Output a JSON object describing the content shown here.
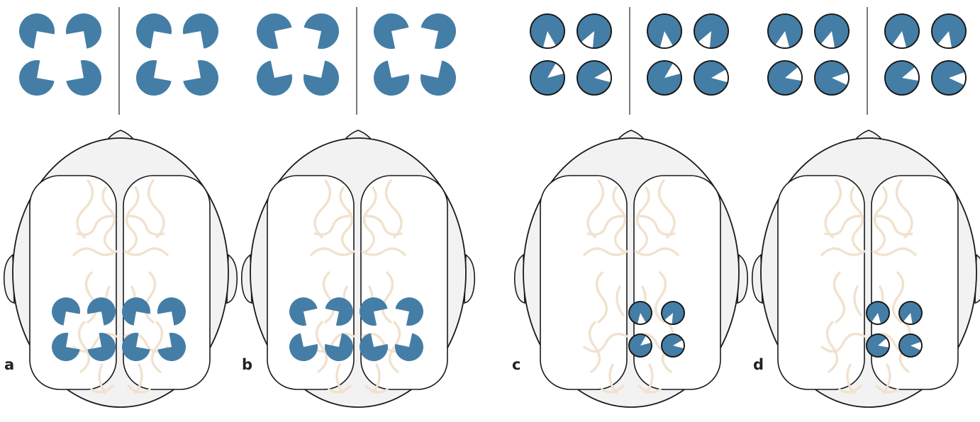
{
  "colors": {
    "pacman_fill": "#447ea6",
    "head_fill": "#f2f2f2",
    "outline": "#1a1a1a",
    "brain_inner": "#ffffff",
    "gyri": "#f1e2cf",
    "divider": "#333333"
  },
  "panels": [
    {
      "label": "a",
      "stimulus": "illusory-square",
      "inducer_variant": "inward"
    },
    {
      "label": "b",
      "stimulus": "illusory-square",
      "inducer_variant": "outward"
    },
    {
      "label": "c",
      "stimulus": "wedge-discs",
      "inducer_variant": "set-1"
    },
    {
      "label": "d",
      "stimulus": "wedge-discs",
      "inducer_variant": "set-2"
    }
  ],
  "icons": [
    "head-outline-icon",
    "nose-icon",
    "ear-icon",
    "brain-hemisphere-icon",
    "pacman-inducer-icon",
    "wedge-disc-icon"
  ]
}
